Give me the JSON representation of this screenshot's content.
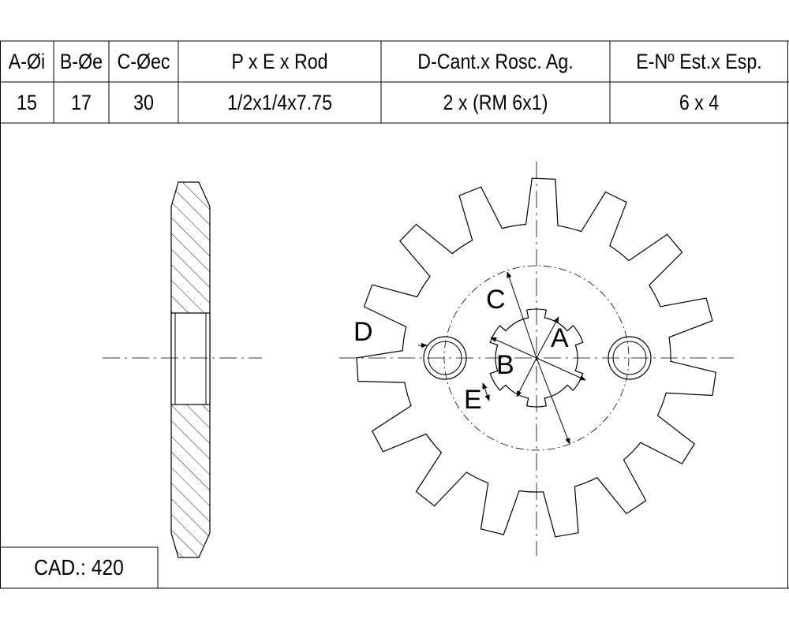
{
  "table": {
    "headers": [
      "A-Øi",
      "B-Øe",
      "C-Øec",
      "P x E x Rod",
      "D-Cant.x Rosc. Ag.",
      "E-Nº Est.x Esp."
    ],
    "values": [
      "15",
      "17",
      "30",
      "1/2x1/4x7.75",
      "2 x (RM 6x1)",
      "6 x 4"
    ]
  },
  "drawing": {
    "labels": {
      "a": "A",
      "b": "B",
      "c": "C",
      "d": "D",
      "e": "E"
    },
    "teeth_count": 15,
    "bolt_hole_count": 2,
    "spline_count": 6
  },
  "footer": {
    "cad": "CAD.: 420"
  },
  "colors": {
    "line": "#000000",
    "background": "#ffffff"
  }
}
